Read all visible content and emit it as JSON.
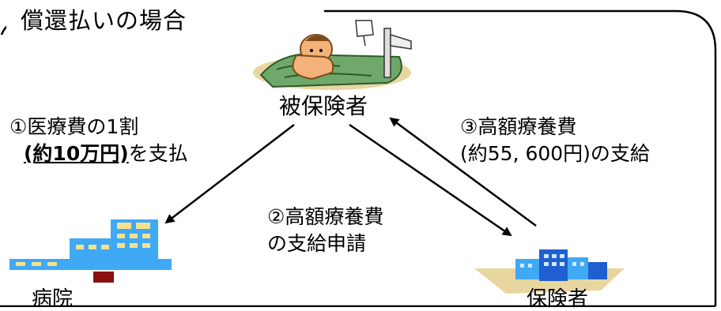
{
  "title": "償還払いの場合",
  "nodes": {
    "insured": {
      "label": "被保険者"
    },
    "hospital": {
      "label": "病院"
    },
    "insurer": {
      "label": "保険者"
    }
  },
  "flows": {
    "step1": {
      "line1": "①医療費の1割",
      "amount": "(約10万円)",
      "suffix": "を支払"
    },
    "step2": {
      "line1": "②高額療養費",
      "line2": "の支給申請"
    },
    "step3": {
      "line1": "③高額療養費",
      "line2": "(約55, 600円)の支給"
    }
  },
  "colors": {
    "frame": "#000000",
    "building_blue": "#3fa9f5",
    "building_dark": "#1f5fcf",
    "door_red": "#8b1010",
    "window_yellow": "#f5e28a",
    "bed_green": "#6fa86a",
    "skin": "#f2b27a",
    "ground": "#e8d6a0"
  }
}
